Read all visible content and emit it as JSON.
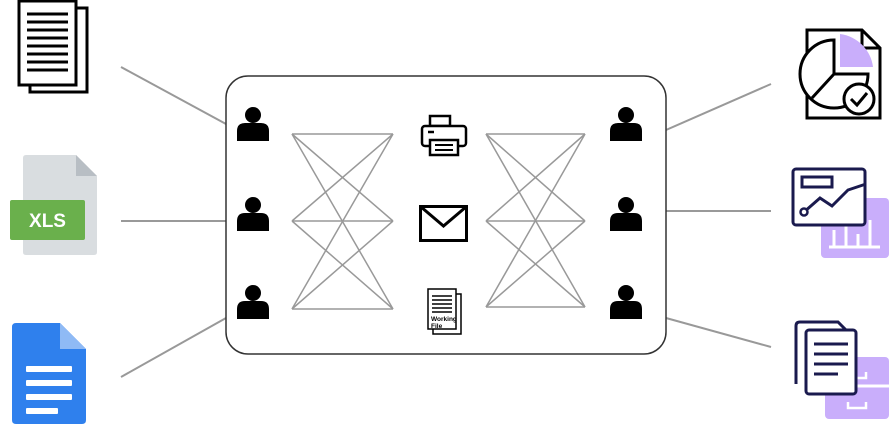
{
  "colors": {
    "line": "#999999",
    "box_border": "#333333",
    "person": "#000000",
    "xls_green": "#6ab04c",
    "xls_page": "#d9dde0",
    "xls_fold": "#b8bec4",
    "gdoc_blue": "#2f80ed",
    "gdoc_fold": "#8fbaf5",
    "accent_purple": "#b794f4",
    "accent_purple_light": "#c9aefb",
    "navy": "#1a1a4e"
  },
  "icons": {
    "left": [
      "text-document-icon",
      "xls-file-icon",
      "google-doc-icon"
    ],
    "center": [
      "printer-icon",
      "envelope-icon",
      "working-file-icon"
    ],
    "right": [
      "pie-chart-report-icon",
      "analytics-dashboard-icon",
      "document-archive-icon"
    ],
    "people": "person-icon"
  },
  "labels": {
    "xls": "XLS",
    "working_file_line1": "Working",
    "working_file_line2": "File"
  }
}
